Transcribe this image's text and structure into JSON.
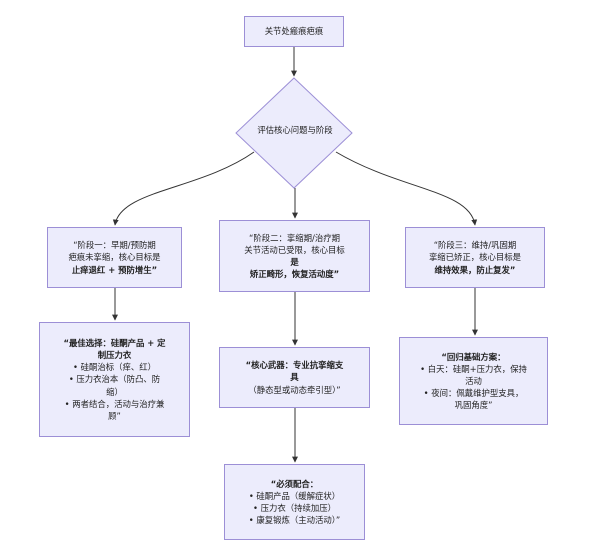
{
  "start": {
    "text": "关节处瘢痕疤痕"
  },
  "decision": {
    "text": "评估核心问题与阶段"
  },
  "stage1": {
    "lines": [
      "“阶段一：早期/预防期",
      "疤痕未挛缩，核心目标是",
      "止痒退红 + 预防增生”"
    ]
  },
  "stage2": {
    "lines": [
      "“阶段二：挛缩期/治疗期",
      "关节活动已受限，核心目标",
      "是",
      "矫正畸形，恢复活动度”"
    ]
  },
  "stage3": {
    "lines": [
      "“阶段三：维持/巩固期",
      "挛缩已矫正，核心目标是",
      "维持效果，防止复发”"
    ]
  },
  "plan1": {
    "lines": [
      "“最佳选择：硅酮产品 + 定",
      "制压力衣",
      "• 硅酮治标（痒、红）",
      "• 压力衣治本（防凸、防",
      "缩）",
      "• 两者结合，活动与治疗兼",
      "顾”"
    ]
  },
  "plan2": {
    "lines": [
      "“核心武器：专业抗挛缩支",
      "具",
      "（静态型或动态牵引型）”"
    ]
  },
  "plan3": {
    "lines": [
      "“回归基础方案：",
      "• 白天：硅酮+压力衣，保持",
      "活动",
      "• 夜间：佩戴维护型支具，",
      "巩固角度”"
    ]
  },
  "combo": {
    "lines": [
      "“必须配合：",
      "• 硅酮产品（缓解症状）",
      "• 压力衣（持续加压）",
      "• 康复锻炼（主动活动）”"
    ]
  }
}
